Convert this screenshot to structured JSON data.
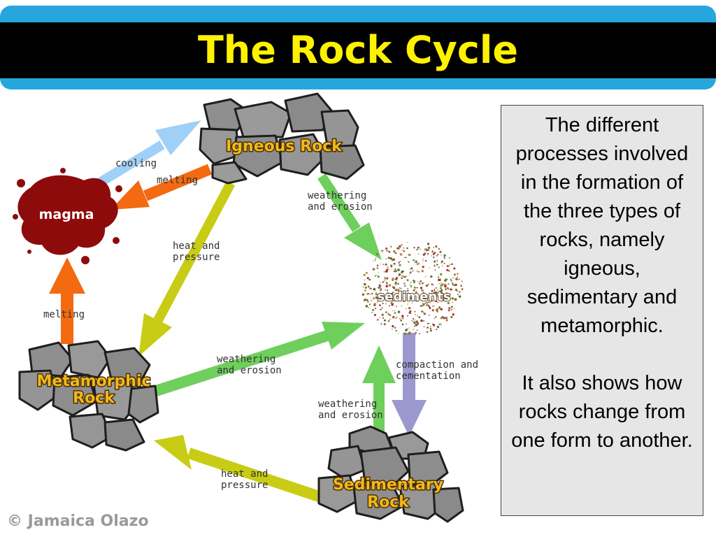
{
  "title": "The Rock Cycle",
  "info_box": {
    "paragraph_1": "The different processes involved in the formation of the three types of rocks, namely igneous, sedimentary and metamorphic.",
    "paragraph_2": "It also shows how rocks change from one form to another."
  },
  "diagram": {
    "nodes": {
      "igneous": "Igneous Rock",
      "magma": "magma",
      "sediments": "sediments",
      "metamorphic_line1": "Metamorphic",
      "metamorphic_line2": "Rock",
      "sedimentary_line1": "Sedimentary",
      "sedimentary_line2": "Rock"
    },
    "processes": {
      "cooling": "cooling",
      "melting_top": "melting",
      "melting_left": "melting",
      "heat_pressure_1_line1": "heat and",
      "heat_pressure_1_line2": "pressure",
      "weathering_1_line1": "weathering",
      "weathering_1_line2": "and erosion",
      "weathering_2_line1": "weathering",
      "weathering_2_line2": "and erosion",
      "weathering_3_line1": "weathering",
      "weathering_3_line2": "and erosion",
      "compaction_line1": "compaction and",
      "compaction_line2": "cementation",
      "heat_pressure_2_line1": "heat and",
      "heat_pressure_2_line2": "pressure"
    },
    "colors": {
      "cooling_arrow": "#9fd0f7",
      "melting_arrow": "#f36a10",
      "heat_pressure_arrow": "#c8cc14",
      "weathering_arrow": "#6fcf5c",
      "compaction_arrow": "#9a98cc",
      "rock_fill": "#8f8f8f",
      "magma_fill": "#8e0b0b",
      "node_label": "#f2b81e"
    }
  },
  "copyright": "© Jamaica Olazo"
}
